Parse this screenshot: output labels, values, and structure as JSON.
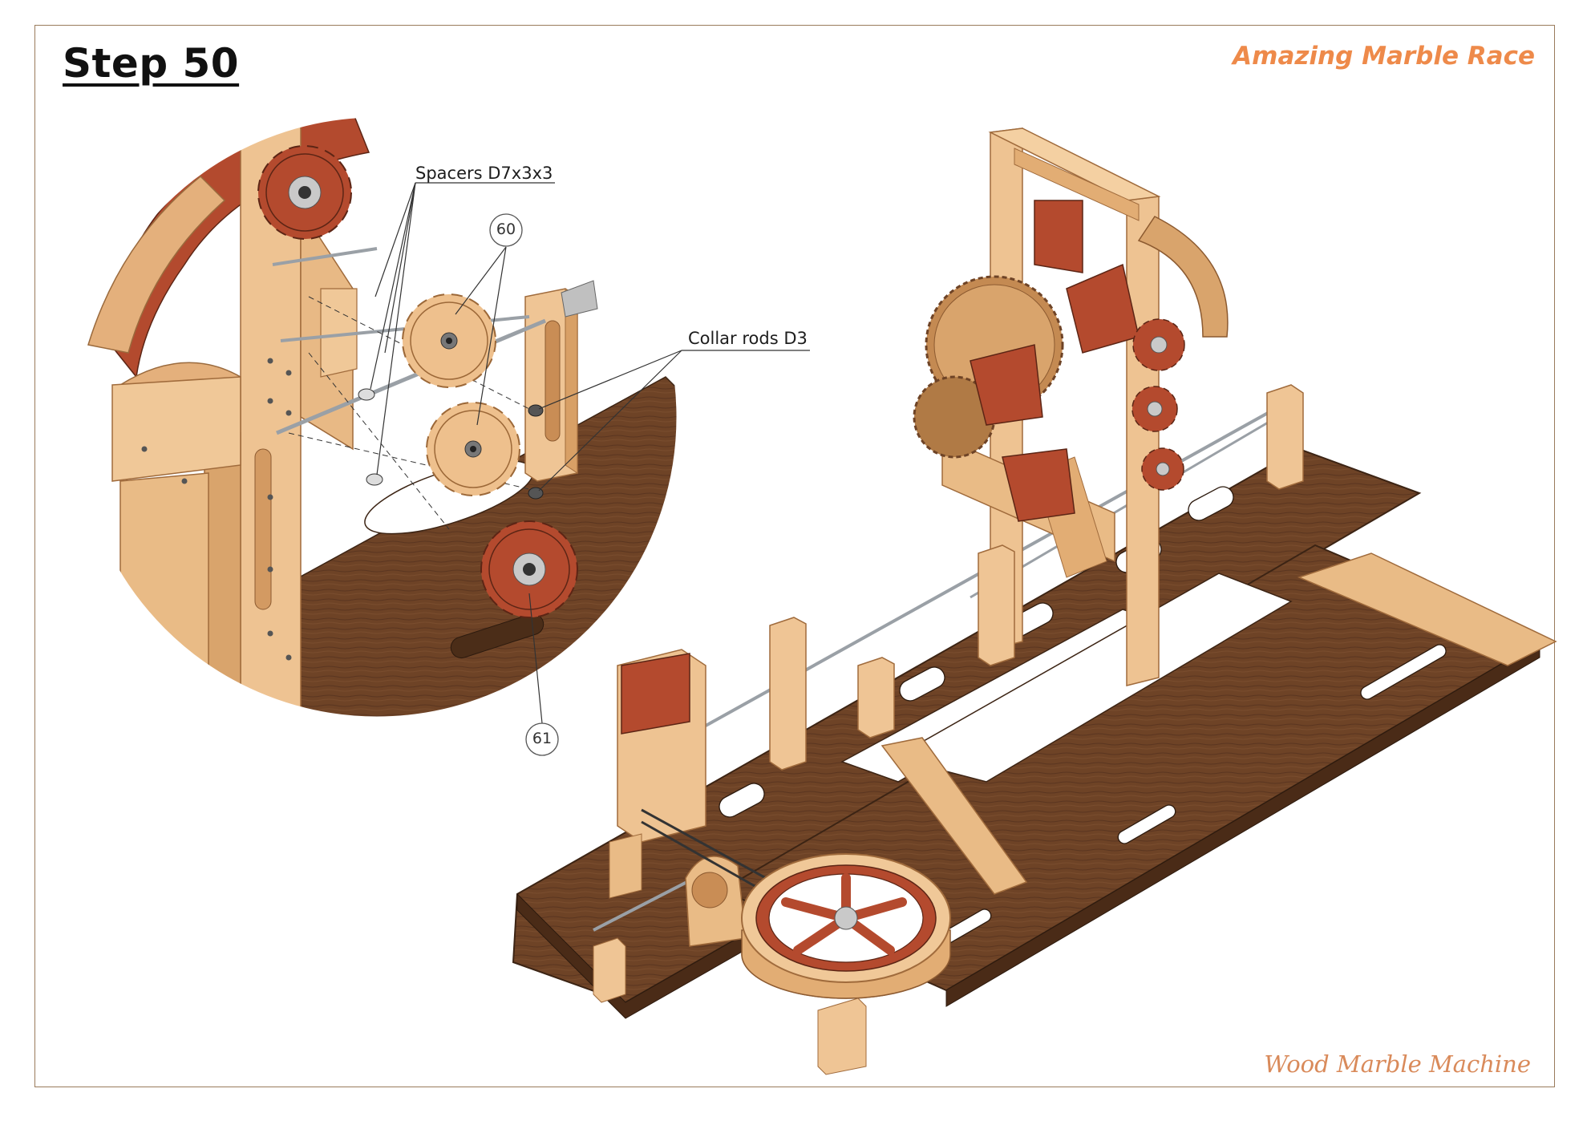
{
  "header": {
    "step": "Step 50",
    "brand": "Amazing Marble Race"
  },
  "footer": {
    "brand": "Wood Marble Machine"
  },
  "annotations": {
    "spacers": "Spacers D7x3x3",
    "collar_rods": "Collar rods D3"
  },
  "callouts": {
    "part_60": "60",
    "part_61": "61"
  },
  "colors": {
    "light_wood": "#e9bb86",
    "light_wood_edge": "#c98d55",
    "dark_wood": "#6e4326",
    "red_wood": "#b34a2e",
    "border": "#9a7b5c",
    "brand_orange": "#ee8a4a"
  }
}
